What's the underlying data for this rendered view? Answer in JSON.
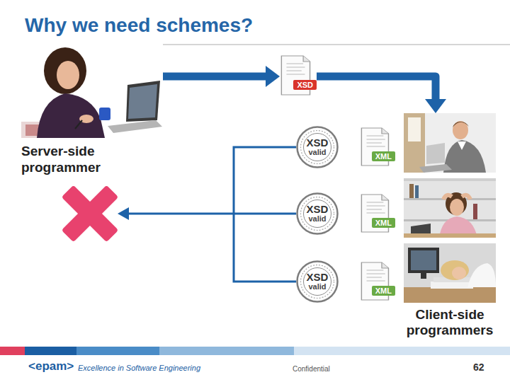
{
  "diagram": {
    "title": "Why we need schemes?",
    "nodes": [
      {
        "text": [
          "Server-side programmer"
        ]
      },
      {
        "text": [
          "XSD"
        ]
      },
      {
        "text": [
          "XSD",
          "valid"
        ]
      },
      {
        "text": [
          "XML"
        ]
      },
      {
        "text": [
          "XSD",
          "valid"
        ]
      },
      {
        "text": [
          "XML"
        ]
      },
      {
        "text": [
          "XSD",
          "valid"
        ]
      },
      {
        "text": [
          "XML"
        ]
      },
      {
        "text": [
          "Client-side programmers"
        ]
      }
    ],
    "edges": [
      {
        "from": 0,
        "to": 1,
        "arrow": "to"
      },
      {
        "from": 1,
        "to": 8,
        "arrow": "to"
      }
    ],
    "labels": [
      "<epam>",
      "Excellence in Software Engineering",
      "Confidential",
      "62"
    ]
  }
}
